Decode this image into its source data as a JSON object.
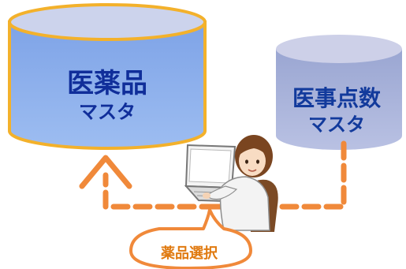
{
  "drug_master": {
    "line1": "医薬品",
    "line2": "マスタ"
  },
  "procedure_master": {
    "line1": "医事点数",
    "line2": "マスタ"
  },
  "action_bubble": {
    "label": "薬品選択"
  },
  "colors": {
    "drug_cylinder_fill": "#8fb2ec",
    "drug_cylinder_outline": "#f3b12b",
    "procedure_cylinder_fill": "#a7b2d8",
    "arrow_orange": "#f0893a",
    "text_blue": "#102e9a"
  }
}
